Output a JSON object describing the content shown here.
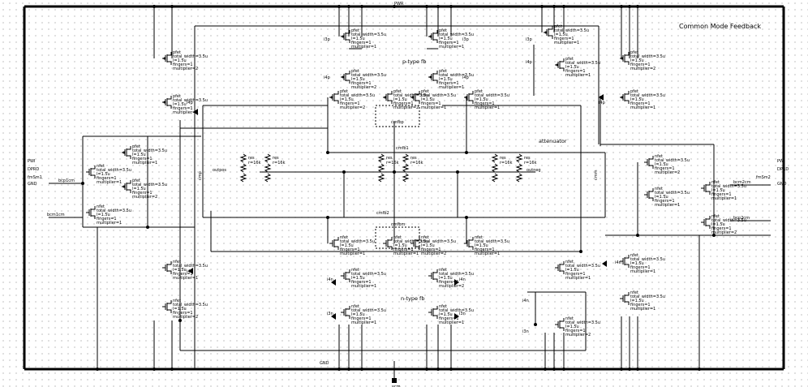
{
  "title": "Common Mode Feedback",
  "rails": {
    "top": "PWR",
    "bottom": "GND",
    "bottom_pin": "vcm"
  },
  "ports": {
    "left": {
      "name": "PWI",
      "label": "fmSm1",
      "lines": [
        "DPRD",
        "GND"
      ]
    },
    "right": {
      "name": "PWI",
      "label": "fmSm2",
      "lines": [
        "DPRD",
        "GND"
      ]
    }
  },
  "blocks": {
    "ptype": "p-type fb",
    "ntype": "n-type fb",
    "attenuator": "attenuator"
  },
  "nets": {
    "cmfbp": "cmfbp",
    "cmfbm": "cmfbm",
    "cmfb1": "cmfb1",
    "cmfb2": "cmfb2",
    "outpos": "outpos",
    "outneg": "outneg",
    "cmp": "cmp",
    "cmm": "cmm",
    "bcp1cm": "bcp1cm",
    "bcm1cm": "bcm1cm",
    "bcm2cm": "bcm2cm",
    "bcp2cm": "bcp2cm"
  },
  "sources": {
    "i3p": "i3p",
    "i4p": "i4p",
    "i3n": "i3n",
    "i4n": "i4n",
    "i3n_b": "i3n",
    "i4n_b": "i4n",
    "i3p_b": "i3p",
    "i4p_b": "i4p"
  },
  "device_labels": {
    "pfet": "pfet",
    "nfet": "nfet",
    "total_width": "total_width=3.5u",
    "length": "l=1.5u",
    "fingers": "fingers=1",
    "multiplier": "multiplier=1",
    "multiplier2": "multiplier=2",
    "resistor": "res",
    "rval": "r=16k"
  }
}
